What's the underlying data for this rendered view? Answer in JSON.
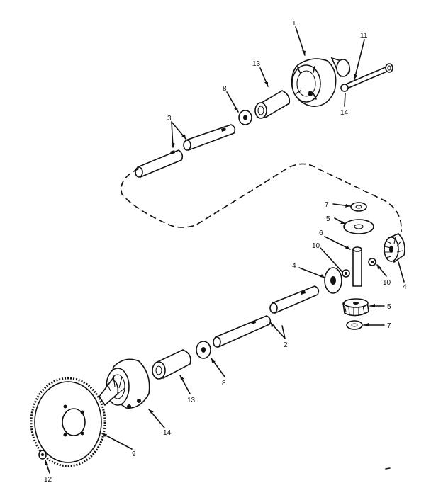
{
  "callouts": {
    "c1": "1",
    "c11": "11",
    "c13a": "13",
    "c8a": "8",
    "c14a": "14",
    "c3": "3",
    "c7a": "7",
    "c5a": "5",
    "c6": "6",
    "c10a": "10",
    "c4a": "4",
    "c10b": "10",
    "c4b": "4",
    "c5b": "5",
    "c7b": "7",
    "c2": "2",
    "c8b": "8",
    "c13b": "13",
    "c14b": "14",
    "c9": "9",
    "c12": "12"
  }
}
